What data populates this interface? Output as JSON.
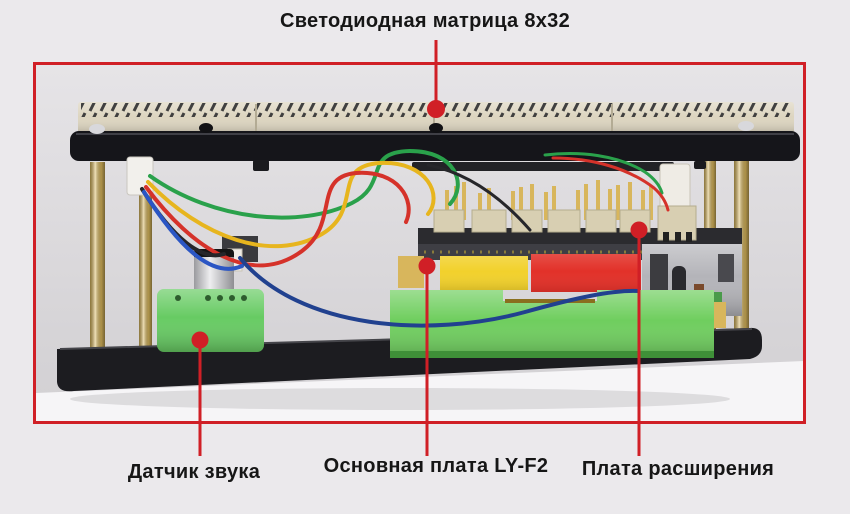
{
  "figure": {
    "annotations": {
      "led_matrix": {
        "label": "Светодиодная матрица 8x32",
        "position": "top"
      },
      "sound_sensor": {
        "label": "Датчик звука",
        "position": "bottom-left"
      },
      "main_board": {
        "label": "Основная плата LY-F2",
        "position": "bottom-center"
      },
      "expansion_board": {
        "label": "Плата расширения",
        "position": "bottom-right"
      }
    }
  },
  "colors": {
    "accent_red": "#d01f26",
    "label_text": "#161616",
    "page_bg": "#ebe9ec",
    "table_white": "#f6f5f7",
    "base_black": "#1c1c20",
    "plate_black": "#15151a",
    "matrix_beige": "#ddd5c0",
    "standoff_brass": "#d8b65c",
    "enclosure_green": "#6fce5e",
    "sensor_green": "#67cb63",
    "component_yellow": "#f2d12c",
    "component_red": "#e23129",
    "pcb_dark": "#3e3e44",
    "connector_beige": "#d8cfb2",
    "module_silver": "#b4b4b9",
    "wires": [
      "#2aa14b",
      "#e7b51e",
      "#d5322a",
      "#2b56c4",
      "#26262a",
      "#21418f"
    ]
  }
}
